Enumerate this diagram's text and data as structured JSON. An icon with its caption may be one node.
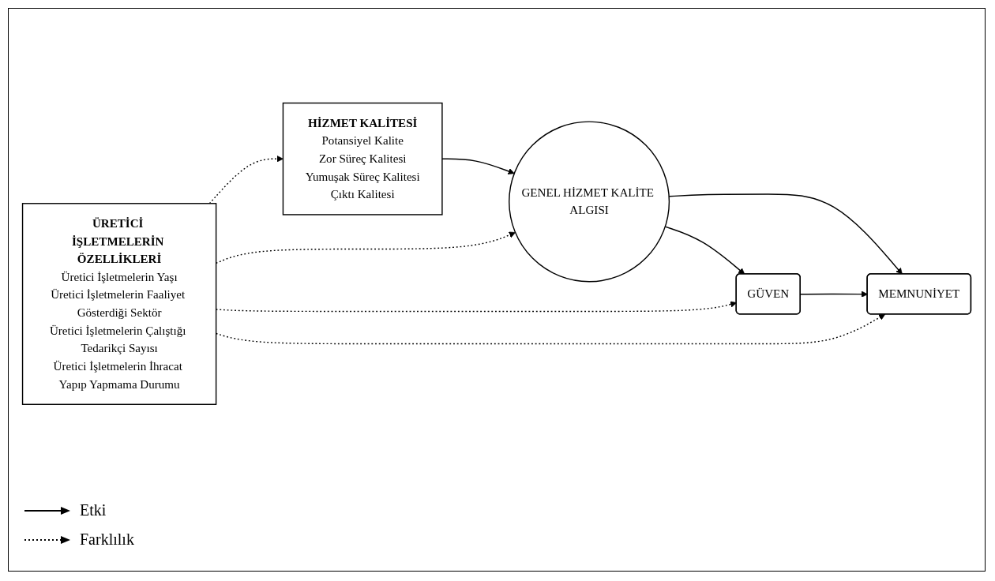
{
  "diagram": {
    "nodes": [
      {
        "text": [
          "HİZMET KALİTESİ",
          "Potansiyel Kalite",
          "Zor Süreç Kalitesi",
          "Yumuşak Süreç Kalitesi",
          "Çıktı Kalitesi"
        ]
      },
      {
        "text": [
          "GENEL HİZMET KALİTE ALGISI"
        ]
      },
      {
        "text": [
          "GÜVEN"
        ]
      },
      {
        "text": [
          "MEMNUNİYET"
        ]
      },
      {
        "text": [
          "ÜRETİCİ İŞLETMELERİN ÖZELLİKLERİ",
          "Üretici İşletmelerin Yaşı",
          "Üretici İşletmelerin Faaliyet Gösterdiği Sektör",
          "Üretici İşletmelerin Çalıştığı Tedarikçi Sayısı",
          "Üretici İşletmelerin İhracat Yapıp Yapmama Durumu"
        ]
      }
    ],
    "edges": [
      {
        "from": 0,
        "to": 1,
        "arrow": "to"
      },
      {
        "from": 1,
        "to": 2,
        "arrow": "to"
      },
      {
        "from": 1,
        "to": 3,
        "arrow": "to"
      },
      {
        "from": 2,
        "to": 3,
        "arrow": "to"
      },
      {
        "from": 4,
        "to": 0,
        "arrow": "to",
        "style": "dashed"
      },
      {
        "from": 4,
        "to": 1,
        "arrow": "to",
        "style": "dashed"
      },
      {
        "from": 4,
        "to": 3,
        "arrow": "to",
        "style": "dashed"
      },
      {
        "from": 4,
        "to": 2,
        "arrow": "to",
        "style": "dashed"
      }
    ],
    "legend": [
      {
        "text": "Etki"
      },
      {
        "text": "Farklılık"
      }
    ]
  }
}
